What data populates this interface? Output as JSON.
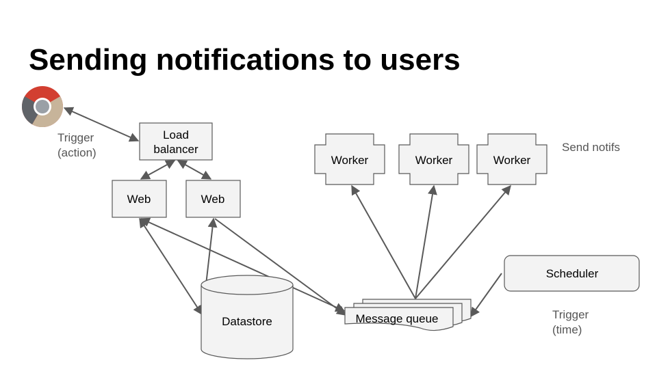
{
  "title": "Sending notifications to users",
  "colors": {
    "stroke": "#595959",
    "box_fill": "#f3f3f3",
    "note_text": "#555555",
    "chrome_red": "#d23f31",
    "chrome_tan": "#c7b49a",
    "chrome_gray": "#5f6368",
    "chrome_center": "#9aa0a6"
  },
  "icons": {
    "browser": "chrome-browser-icon"
  },
  "nodes": {
    "load_balancer": [
      "Load",
      "balancer"
    ],
    "web_1": "Web",
    "web_2": "Web",
    "datastore": "Datastore",
    "message_queue": "Message queue",
    "worker_1": "Worker",
    "worker_2": "Worker",
    "worker_3": "Worker",
    "scheduler": "Scheduler"
  },
  "notes": {
    "trigger_action": [
      "Trigger",
      "(action)"
    ],
    "send_notifs": "Send notifs",
    "trigger_time": [
      "Trigger",
      "(time)"
    ]
  },
  "edges": [
    {
      "from": "browser",
      "to": "load_balancer",
      "arrows": "both"
    },
    {
      "from": "load_balancer",
      "to": "web_1",
      "arrows": "both"
    },
    {
      "from": "load_balancer",
      "to": "web_2",
      "arrows": "both"
    },
    {
      "from": "web_1",
      "to": "datastore",
      "arrows": "both"
    },
    {
      "from": "web_2",
      "to": "datastore",
      "arrows": "both"
    },
    {
      "from": "web_1",
      "to": "message_queue",
      "arrows": "both"
    },
    {
      "from": "web_2",
      "to": "message_queue",
      "arrows": "end"
    },
    {
      "from": "message_queue",
      "to": "worker_1",
      "arrows": "end"
    },
    {
      "from": "message_queue",
      "to": "worker_2",
      "arrows": "end"
    },
    {
      "from": "message_queue",
      "to": "worker_3",
      "arrows": "end"
    },
    {
      "from": "scheduler",
      "to": "message_queue",
      "arrows": "end"
    }
  ]
}
